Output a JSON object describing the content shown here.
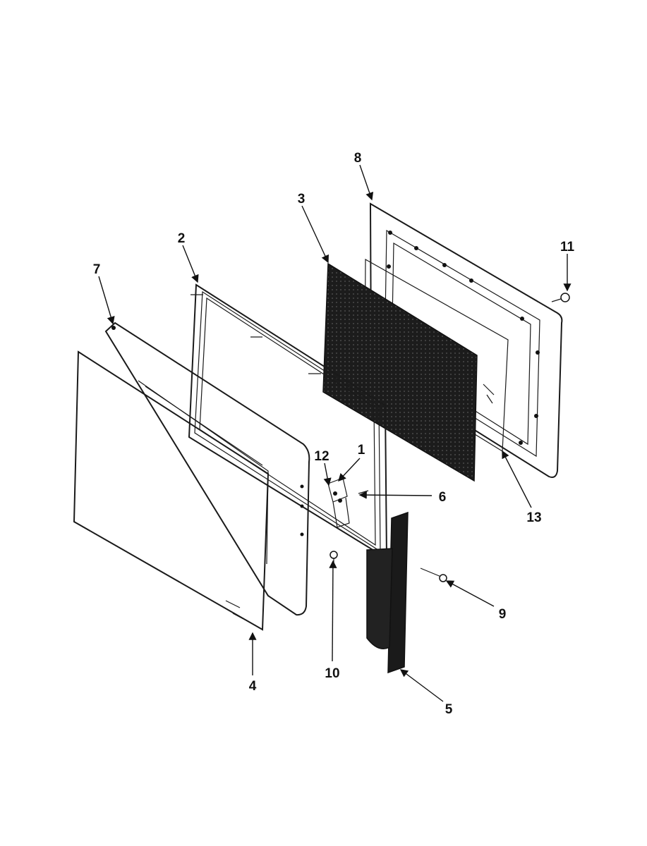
{
  "diagram": {
    "callouts": [
      {
        "id": "callout-1",
        "text": "1"
      },
      {
        "id": "callout-2",
        "text": "2"
      },
      {
        "id": "callout-3",
        "text": "3"
      },
      {
        "id": "callout-4",
        "text": "4"
      },
      {
        "id": "callout-5",
        "text": "5"
      },
      {
        "id": "callout-6",
        "text": "6"
      },
      {
        "id": "callout-7",
        "text": "7"
      },
      {
        "id": "callout-8",
        "text": "8"
      },
      {
        "id": "callout-9",
        "text": "9"
      },
      {
        "id": "callout-10",
        "text": "10"
      },
      {
        "id": "callout-11",
        "text": "11"
      },
      {
        "id": "callout-12",
        "text": "12"
      },
      {
        "id": "callout-13",
        "text": "13"
      }
    ]
  }
}
